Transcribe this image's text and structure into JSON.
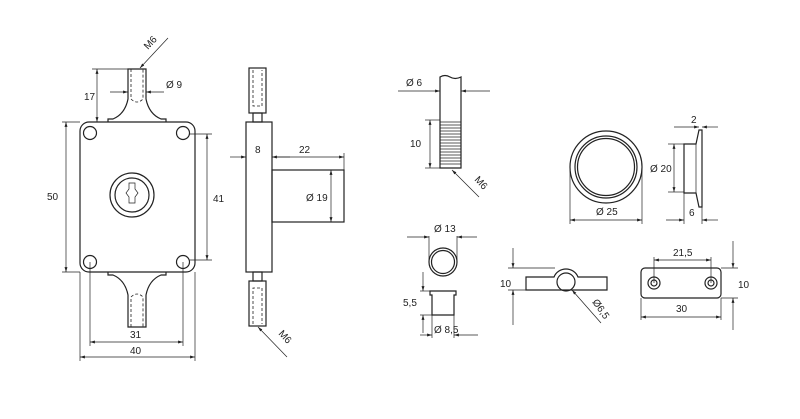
{
  "title": "Rim lock technical drawing",
  "front_view": {
    "m6": "M6",
    "dia_bolt": "Ø 9",
    "bolt_len": "17",
    "height": "50",
    "hole_pitch_v": "41",
    "hole_pitch_h": "31",
    "width": "40"
  },
  "side_view": {
    "body_depth": "8",
    "cyl_len": "22",
    "cyl_dia": "Ø 19",
    "m6": "M6"
  },
  "screw": {
    "dia": "Ø 6",
    "thread_len": "10",
    "m6": "M6"
  },
  "rosette": {
    "dia": "Ø 25",
    "inner_dia": "Ø 20",
    "flange": "2",
    "depth": "6"
  },
  "sleeve": {
    "dia": "Ø 13",
    "height": "5,5",
    "inner_dia": "Ø 8,5"
  },
  "strike": {
    "height": "10",
    "hole_dia": "Ø6,5"
  },
  "plate": {
    "hole_pitch": "21,5",
    "length": "30",
    "height": "10"
  }
}
